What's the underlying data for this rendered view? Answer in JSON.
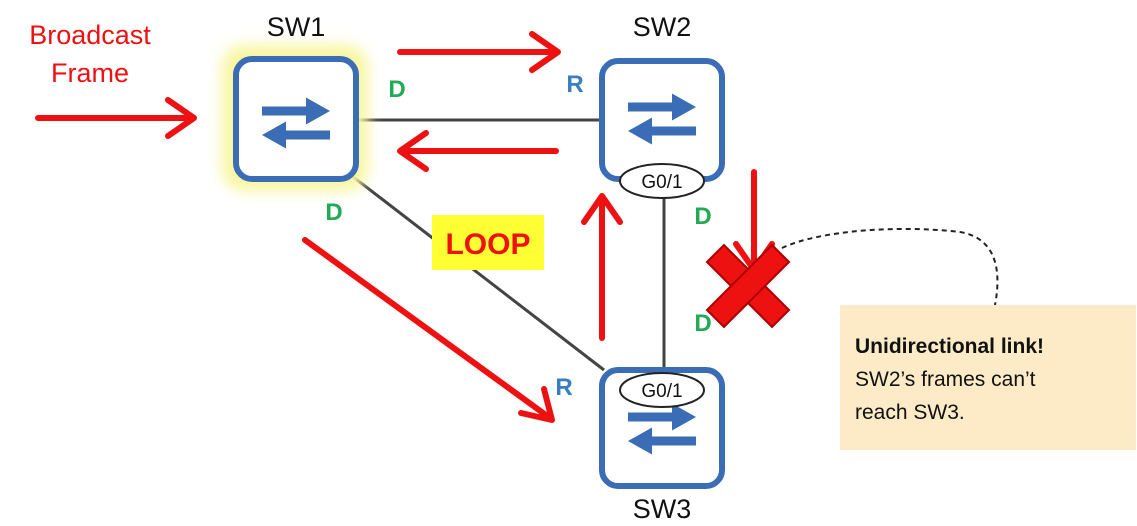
{
  "switches": {
    "sw1": {
      "name": "SW1"
    },
    "sw2": {
      "name": "SW2",
      "port": "G0/1"
    },
    "sw3": {
      "name": "SW3",
      "port": "G0/1"
    }
  },
  "roles": {
    "sw1_to_sw2": "D",
    "sw2_from_sw1": "R",
    "sw1_to_sw3": "D",
    "sw3_from_sw1": "R",
    "sw2_g01": "D",
    "sw3_g01": "D"
  },
  "broadcast": {
    "line1": "Broadcast",
    "line2": "Frame"
  },
  "loop_label": "LOOP",
  "note": {
    "title": "Unidirectional link!",
    "line1": "SW2’s frames can’t",
    "line2": "reach SW3."
  },
  "colors": {
    "arrow": "#ee1111",
    "switch_border": "#3a6db5",
    "designated": "#22aa55",
    "root": "#3a7fc4",
    "loop_bg": "#ffff33",
    "note_bg": "#fcebc6",
    "blocked_x": "#ee1111"
  },
  "icons": [
    "switch-icon",
    "blocked-x-icon"
  ]
}
